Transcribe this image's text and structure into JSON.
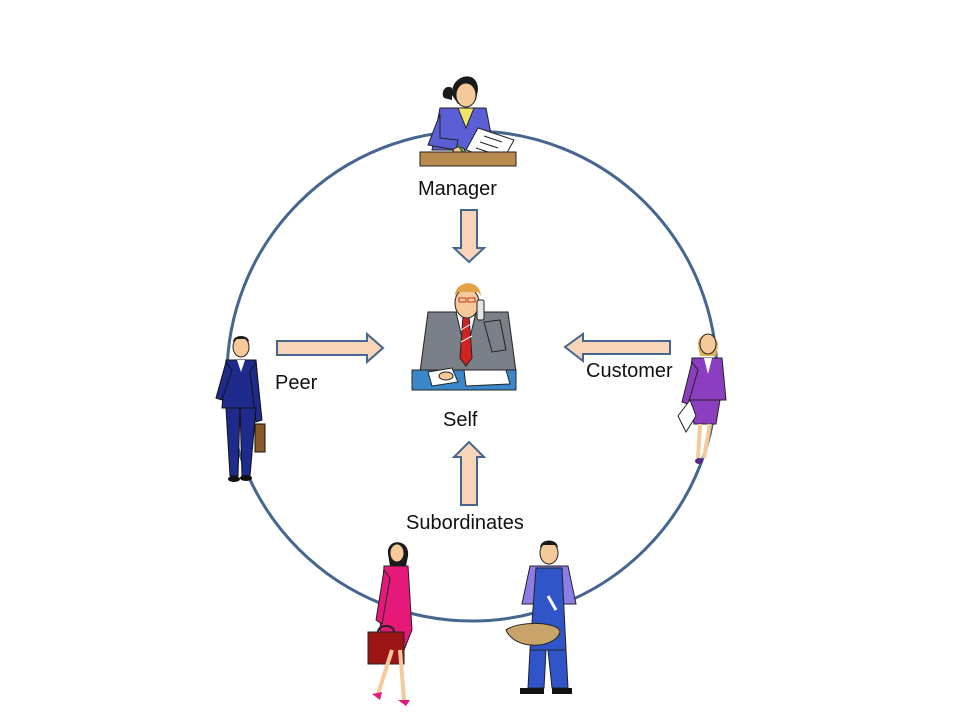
{
  "diagram": {
    "nodes": {
      "manager": "Manager",
      "self": "Self",
      "peer": "Peer",
      "customer": "Customer",
      "subordinates": "Subordinates"
    },
    "edges": [
      {
        "from": "Manager",
        "to": "Self"
      },
      {
        "from": "Peer",
        "to": "Self"
      },
      {
        "from": "Customer",
        "to": "Self"
      },
      {
        "from": "Subordinates",
        "to": "Self"
      }
    ],
    "colors": {
      "circle": "#44668f",
      "arrow_fill": "#f8d5b8",
      "arrow_stroke": "#44668f",
      "text": "#111111"
    }
  }
}
